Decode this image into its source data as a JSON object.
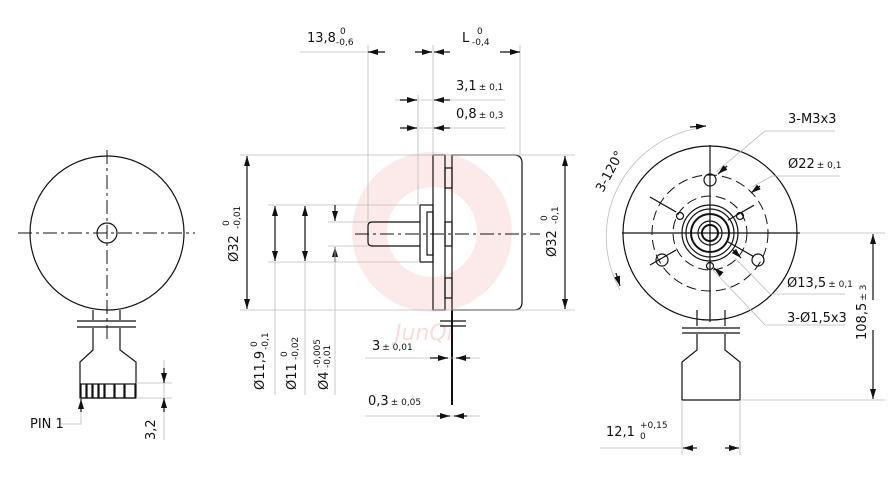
{
  "watermark": "JunQi",
  "left_view": {
    "pin_label": "PIN 1",
    "pitch_dim": "3,2"
  },
  "side_view": {
    "dim_13_8": {
      "value": "13,8",
      "upper": "0",
      "lower": "-0,6"
    },
    "dim_L": {
      "value": "L",
      "upper": "0",
      "lower": "-0,4"
    },
    "dim_3_1": {
      "value": "3,1",
      "tol": "± 0,1"
    },
    "dim_0_8": {
      "value": "0,8",
      "tol": "± 0,3"
    },
    "dim_d32_left": {
      "value": "Ø32",
      "upper": "0",
      "lower": "-0,01"
    },
    "dim_d32_right": {
      "value": "Ø32",
      "upper": "0",
      "lower": "-0,1"
    },
    "dim_d11_9": {
      "value": "Ø11,9",
      "upper": "0",
      "lower": "-0,1"
    },
    "dim_d11": {
      "value": "Ø11",
      "upper": "0",
      "lower": "-0,02"
    },
    "dim_d4": {
      "value": "Ø4",
      "upper": "-0,005",
      "lower": "-0,01"
    },
    "dim_3": {
      "value": "3",
      "tol": "± 0,01"
    },
    "dim_0_3": {
      "value": "0,3",
      "tol": "± 0,05"
    }
  },
  "front_view": {
    "angle": "3-120°",
    "thread": "3-M3x3",
    "d22": {
      "value": "Ø22",
      "tol": "± 0,1"
    },
    "d13_5": {
      "value": "Ø13,5",
      "tol": "± 0,1"
    },
    "holes": "3-Ø1,5x3",
    "length": {
      "value": "108,5",
      "tol": "± 3"
    },
    "width": {
      "value": "12,1",
      "upper": "+0,15",
      "lower": "0"
    }
  }
}
